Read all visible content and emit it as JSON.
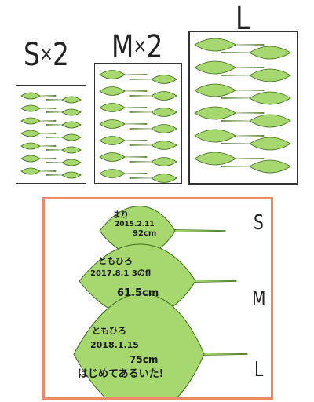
{
  "sheets": [
    {
      "id": "s",
      "label": "S",
      "mult": "×",
      "count": "2"
    },
    {
      "id": "m",
      "label": "M",
      "mult": "×",
      "count": "2"
    },
    {
      "id": "l",
      "label": "L"
    }
  ],
  "examples": [
    {
      "size": "S",
      "lines": [
        "まり",
        "2015.2.11",
        "92cm"
      ]
    },
    {
      "size": "M",
      "lines": [
        "ともひろ",
        "2017.8.1 3のfl",
        "61.5cm"
      ]
    },
    {
      "size": "L",
      "lines": [
        "ともひろ",
        "2018.1.15",
        "75cm",
        "はじめてあるいた!"
      ]
    }
  ],
  "colors": {
    "leaf_fill": "#a7d86f",
    "leaf_stroke": "#3f6b1e",
    "frame": "#e98a68"
  }
}
